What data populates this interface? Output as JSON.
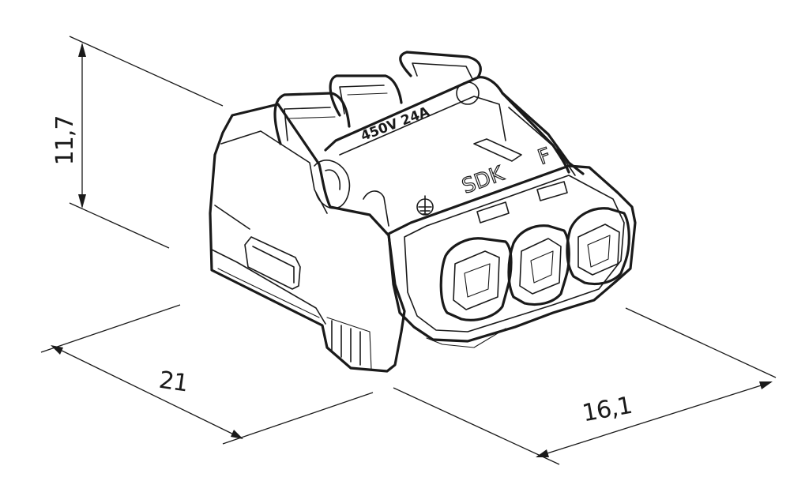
{
  "dimensions": {
    "height_label": "11,7",
    "depth_label": "21",
    "width_label": "16,1"
  },
  "markings": {
    "rating": "450V  24A",
    "brand": "SDK",
    "letter": "F"
  },
  "icons": [
    "ground-symbol-icon"
  ]
}
